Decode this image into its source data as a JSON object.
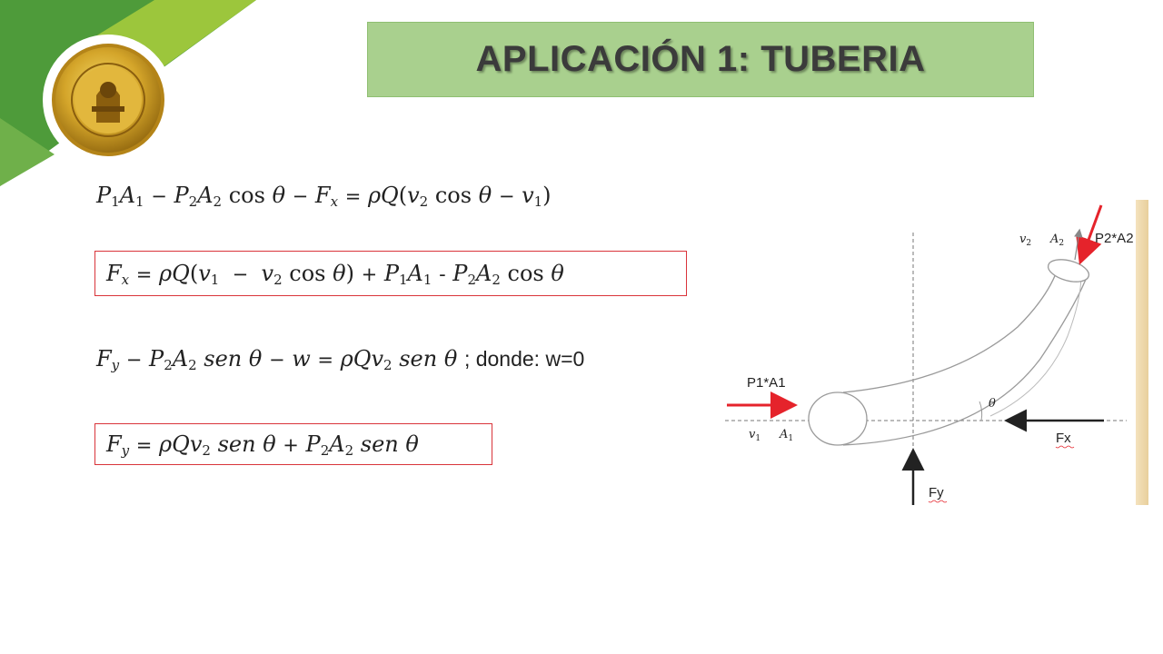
{
  "title": "APLICACIÓN 1: TUBERIA",
  "colors": {
    "green_dark": "#4e9b3a",
    "green_light": "#9cc63c",
    "title_bg": "#a9d08e",
    "box_border": "#d9343a",
    "arrow_red": "#e5232b"
  },
  "logo": {
    "icon": "university-seal-icon"
  },
  "equations": {
    "eq1": {
      "l1": "P",
      "l1s": "1",
      "l2": "A",
      "l2s": "1",
      "l3": "P",
      "l3s": "2",
      "l4": "A",
      "l4s": "2",
      "cos": "cos",
      "theta": "θ",
      "l5": "F",
      "l5s": "x",
      "rho": "ρ",
      "Q": "Q",
      "v2": "v",
      "v2s": "2",
      "v1": "v",
      "v1s": "1"
    },
    "eq2": {
      "F": "F",
      "Fs": "x",
      "rho": "ρ",
      "Q": "Q",
      "v1": "v",
      "v1s": "1",
      "v2": "v",
      "v2s": "2",
      "cos": "cos",
      "theta": "θ",
      "plus": "+",
      "P1": "P",
      "P1s": "1",
      "A1": "A",
      "A1s": "1",
      "minus": "-",
      "P2": "P",
      "P2s": "2",
      "A2": "A",
      "A2s": "2"
    },
    "eq3": {
      "F": "F",
      "Fs": "y",
      "P2": "P",
      "P2s": "2",
      "A2": "A",
      "A2s": "2",
      "sen": "sen",
      "theta": "θ",
      "w": "w",
      "rho": "ρ",
      "Q": "Q",
      "v2": "v",
      "v2s": "2",
      "note": "; donde: w=0"
    },
    "eq4": {
      "F": "F",
      "Fs": "y",
      "rho": "ρ",
      "Q": "Q",
      "v2": "v",
      "v2s": "2",
      "sen": "sen",
      "theta": "θ",
      "P2": "P",
      "P2s": "2",
      "A2": "A",
      "A2s": "2"
    }
  },
  "diagram": {
    "p1a1": "P1*A1",
    "p2a2": "P2*A2",
    "fx": "Fx",
    "fy": "Fy",
    "v1": "v",
    "v1s": "1",
    "A1": "A",
    "A1s": "1",
    "v2": "v",
    "v2s": "2",
    "A2": "A",
    "A2s": "2",
    "theta": "θ"
  }
}
